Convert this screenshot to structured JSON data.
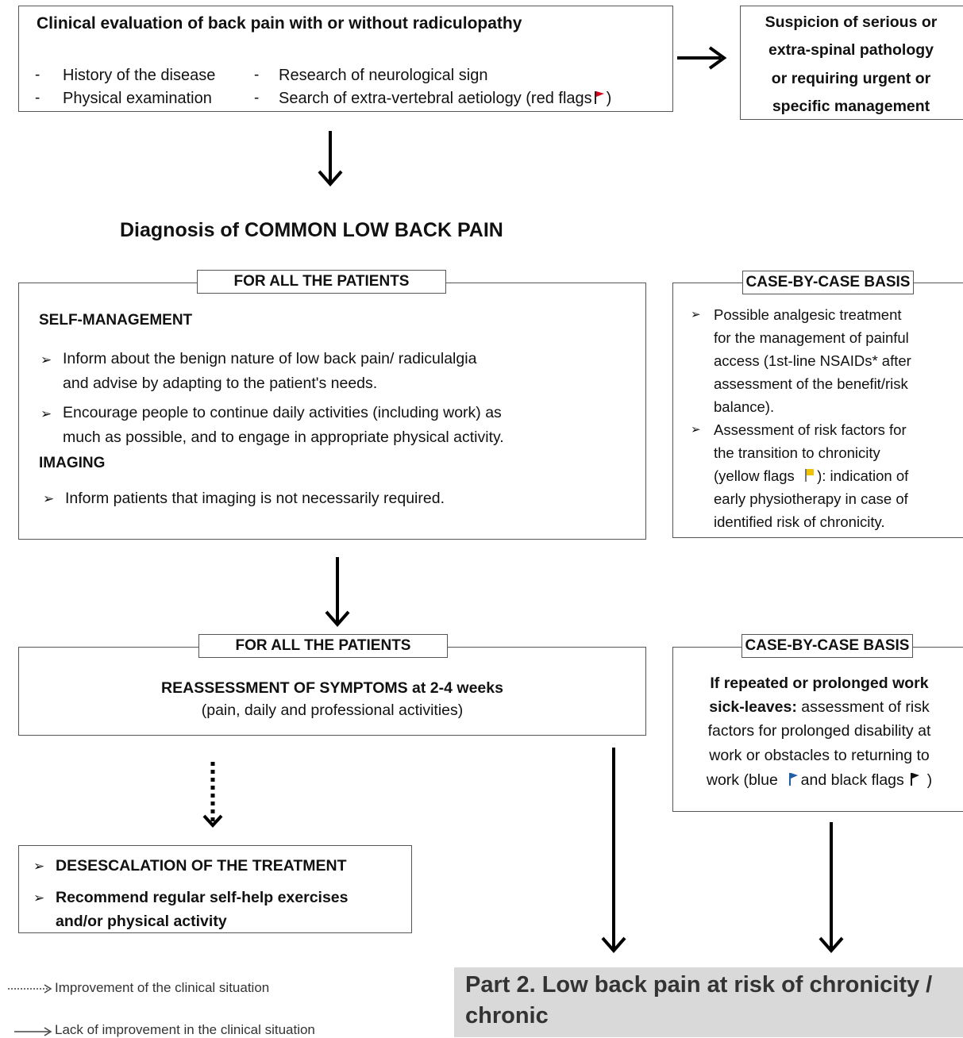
{
  "evaluation": {
    "title": "Clinical evaluation of back pain with or without radiculopathy",
    "items_left": [
      "History of the disease",
      "Physical examination"
    ],
    "items_right": [
      "Research of neurological sign",
      "Search of extra-vertebral aetiology (red flags"
    ],
    "items_right_tail": ")"
  },
  "suspicion": {
    "lines": [
      "Suspicion of serious or",
      "extra-spinal pathology",
      "or requiring urgent or",
      "specific management"
    ]
  },
  "diagnosis_title": "Diagnosis of COMMON LOW BACK PAIN",
  "all_patients_1": {
    "tag": "FOR ALL THE PATIENTS",
    "self_management_heading": "SELF-MANAGEMENT",
    "bullets": [
      [
        "Inform about the benign nature of low back pain/ radiculalgia",
        "and advise by adapting to the patient's needs."
      ],
      [
        "Encourage people to continue daily activities (including work) as",
        "much as possible, and to engage in appropriate physical activity."
      ]
    ],
    "imaging_heading": "IMAGING",
    "imaging_bullet": "Inform patients that imaging is not necessarily required."
  },
  "case_1": {
    "tag": "CASE-BY-CASE BASIS",
    "bullet1": [
      "Possible analgesic treatment",
      "for the management of painful",
      "access (1st-line NSAIDs* after",
      "assessment of the benefit/risk",
      "balance)."
    ],
    "bullet2_a": [
      "Assessment of risk factors for",
      "the transition to chronicity"
    ],
    "bullet2_b_pre": "(yellow flags",
    "bullet2_b_post": "): indication of",
    "bullet2_c": [
      "early physiotherapy in case of",
      "identified risk of chronicity."
    ]
  },
  "all_patients_2": {
    "tag": "FOR ALL THE PATIENTS",
    "line1": "REASSESSMENT OF SYMPTOMS at 2-4 weeks",
    "line2": "(pain, daily and professional activities)"
  },
  "case_2": {
    "tag": "CASE-BY-CASE BASIS",
    "line1": "If repeated or prolonged work",
    "line2_bold": "sick-leaves:",
    "line2_rest": " assessment of risk",
    "line3": "factors for prolonged disability at",
    "line4": "work or obstacles to returning to",
    "line5_a": "work (blue",
    "line5_b": "and black flags",
    "line5_c": ")"
  },
  "deescalation": {
    "bullets": [
      "DESESCALATION OF THE TREATMENT",
      "Recommend regular self-help exercises"
    ],
    "bullet2_cont": "and/or physical activity"
  },
  "part2": {
    "line1": "Part 2. Low back pain at risk of chronicity /",
    "line2": "chronic"
  },
  "legend": {
    "dotted_label": "Improvement  of the clinical situation",
    "solid_label": "Lack of improvement  in the clinical situation"
  },
  "colors": {
    "red_flag": "#d9001b",
    "yellow_flag": "#f2c200",
    "blue_flag": "#1f5fa8",
    "black_flag": "#111111",
    "part2_bg": "#d9d9d9"
  }
}
